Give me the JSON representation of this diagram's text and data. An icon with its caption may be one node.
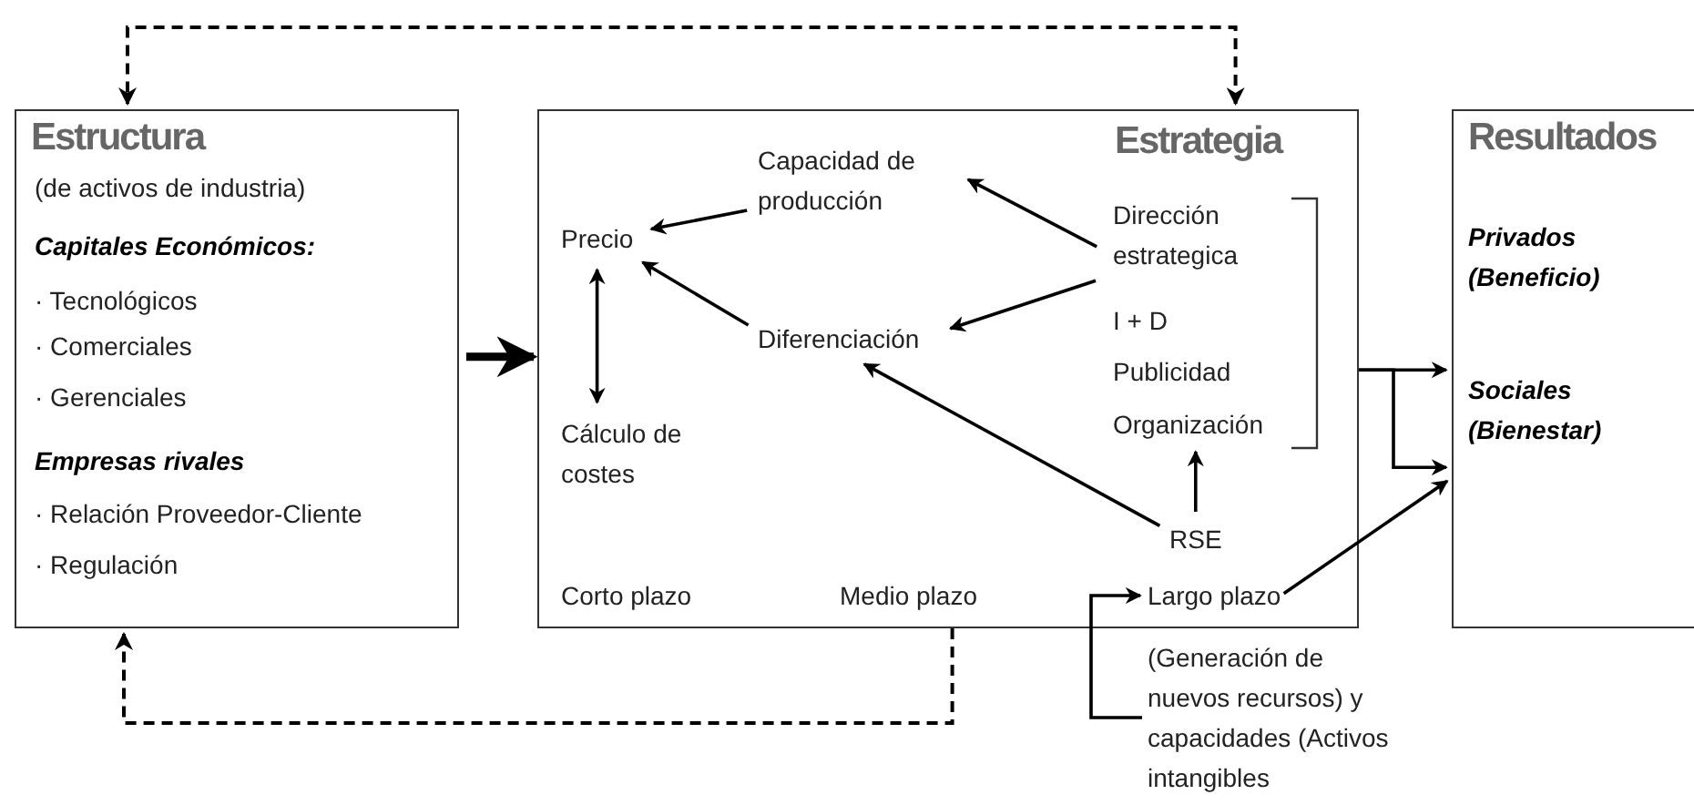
{
  "diagram": {
    "nodes": [
      {
        "text": [
          "Estructura",
          "(de activos de industria)",
          "Capitales Económicos:",
          "· Tecnológicos",
          "· Comerciales",
          "· Gerenciales",
          "Empresas rivales",
          "· Relación Proveedor-Cliente",
          "· Regulación"
        ]
      },
      {
        "text": [
          "Estrategia"
        ]
      },
      {
        "text": [
          "Precio"
        ],
        "in": 1
      },
      {
        "text": [
          "Capacidad de producción"
        ],
        "in": 1
      },
      {
        "text": [
          "Diferenciación"
        ],
        "in": 1
      },
      {
        "text": [
          "Cálculo de costes"
        ],
        "in": 1
      },
      {
        "text": [
          "Dirección estrategica"
        ],
        "in": 1
      },
      {
        "text": [
          "I + D"
        ],
        "in": 1
      },
      {
        "text": [
          "Publicidad"
        ],
        "in": 1
      },
      {
        "text": [
          "Organización"
        ],
        "in": 1
      },
      {
        "text": [
          "RSE"
        ],
        "in": 1
      },
      {
        "text": [
          "Corto plazo"
        ],
        "in": 1
      },
      {
        "text": [
          "Medio plazo"
        ],
        "in": 1
      },
      {
        "text": [
          "Largo plazo"
        ],
        "in": 1
      },
      {
        "text": [
          "Resultados",
          "Privados (Beneficio)",
          "Sociales (Bienestar)"
        ]
      },
      {
        "text": [
          "(Generación de nuevos recursos) y capacidades (Activos intangibles"
        ]
      }
    ],
    "edges": [
      {
        "from": 0,
        "to": 1,
        "arrow": "to",
        "style": "thick"
      },
      {
        "from": 1,
        "to": 0,
        "arrow": "both",
        "style": "dashed"
      },
      {
        "from": 1,
        "to": 0,
        "arrow": "to",
        "style": "dashed"
      },
      {
        "from": 3,
        "to": 2,
        "arrow": "to"
      },
      {
        "from": 4,
        "to": 2,
        "arrow": "to"
      },
      {
        "from": 2,
        "to": 5,
        "arrow": "both"
      },
      {
        "from": 6,
        "to": 3,
        "arrow": "to"
      },
      {
        "from": 6,
        "to": 4,
        "arrow": "to"
      },
      {
        "from": 10,
        "to": 4,
        "arrow": "to"
      },
      {
        "from": 10,
        "to": 9,
        "arrow": "to"
      },
      {
        "from": 1,
        "to": 14,
        "arrow": "to"
      },
      {
        "from": 1,
        "to": 14,
        "arrow": "to"
      },
      {
        "from": 13,
        "to": 14,
        "arrow": "to"
      },
      {
        "from": 15,
        "to": 13,
        "arrow": "to"
      }
    ]
  }
}
